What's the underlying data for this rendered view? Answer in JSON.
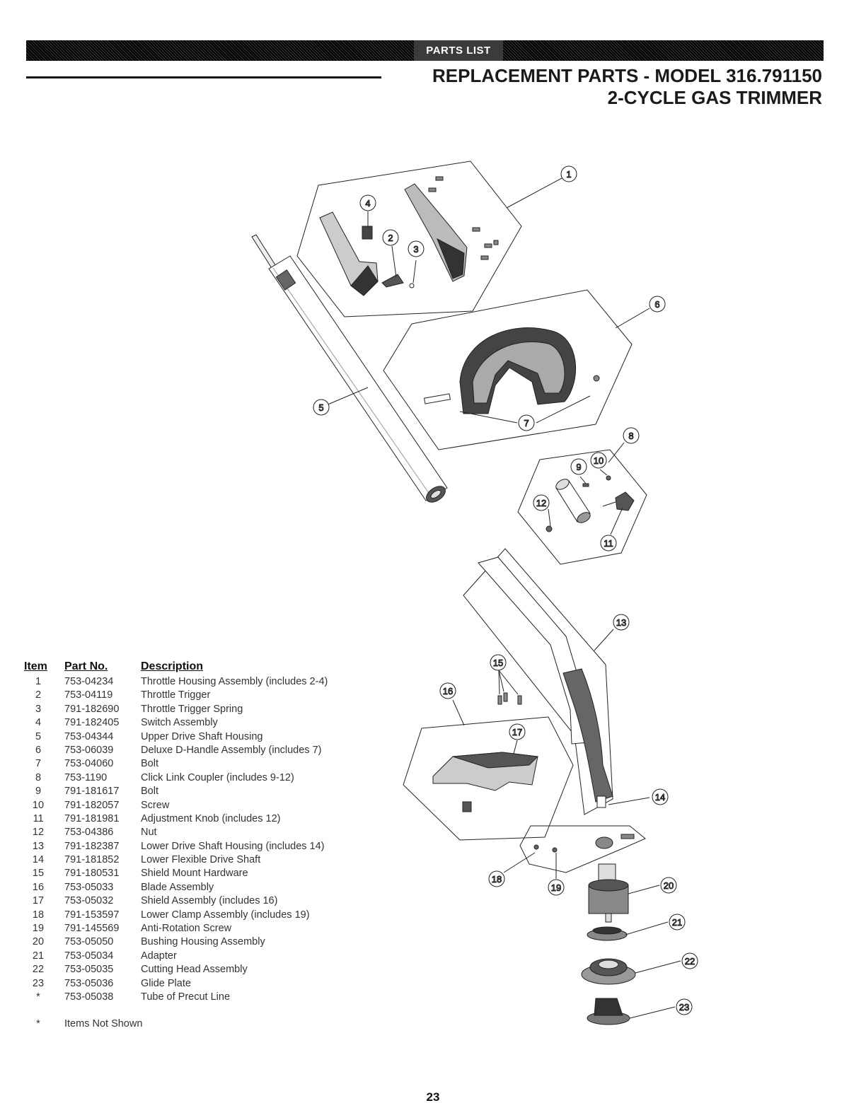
{
  "header": {
    "banner_label": "PARTS LIST",
    "title_line1": "REPLACEMENT PARTS - MODEL 316.791150",
    "title_line2": "2-CYCLE GAS TRIMMER"
  },
  "parts_table": {
    "headers": {
      "item": "Item",
      "part_no": "Part No.",
      "description": "Description"
    },
    "rows": [
      {
        "item": "1",
        "part_no": "753-04234",
        "description": "Throttle Housing Assembly (includes 2-4)"
      },
      {
        "item": "2",
        "part_no": "753-04119",
        "description": "Throttle Trigger"
      },
      {
        "item": "3",
        "part_no": "791-182690",
        "description": "Throttle Trigger Spring"
      },
      {
        "item": "4",
        "part_no": "791-182405",
        "description": "Switch Assembly"
      },
      {
        "item": "5",
        "part_no": "753-04344",
        "description": "Upper Drive Shaft Housing"
      },
      {
        "item": "6",
        "part_no": "753-06039",
        "description": "Deluxe D-Handle Assembly (includes 7)"
      },
      {
        "item": "7",
        "part_no": "753-04060",
        "description": "Bolt"
      },
      {
        "item": "8",
        "part_no": "753-1190",
        "description": "Click Link Coupler (includes 9-12)"
      },
      {
        "item": "9",
        "part_no": "791-181617",
        "description": "Bolt"
      },
      {
        "item": "10",
        "part_no": "791-182057",
        "description": "Screw"
      },
      {
        "item": "11",
        "part_no": "791-181981",
        "description": "Adjustment Knob (includes 12)"
      },
      {
        "item": "12",
        "part_no": "753-04386",
        "description": "Nut"
      },
      {
        "item": "13",
        "part_no": "791-182387",
        "description": "Lower Drive Shaft Housing (includes 14)"
      },
      {
        "item": "14",
        "part_no": "791-181852",
        "description": "Lower Flexible Drive Shaft"
      },
      {
        "item": "15",
        "part_no": "791-180531",
        "description": "Shield Mount Hardware"
      },
      {
        "item": "16",
        "part_no": "753-05033",
        "description": "Blade Assembly"
      },
      {
        "item": "17",
        "part_no": "753-05032",
        "description": "Shield Assembly (includes 16)"
      },
      {
        "item": "18",
        "part_no": "791-153597",
        "description": "Lower Clamp Assembly (includes 19)"
      },
      {
        "item": "19",
        "part_no": "791-145569",
        "description": "Anti-Rotation Screw"
      },
      {
        "item": "20",
        "part_no": "753-05050",
        "description": "Bushing Housing Assembly"
      },
      {
        "item": "21",
        "part_no": "753-05034",
        "description": "Adapter"
      },
      {
        "item": "22",
        "part_no": "753-05035",
        "description": "Cutting Head Assembly"
      },
      {
        "item": "23",
        "part_no": "753-05036",
        "description": "Glide Plate"
      },
      {
        "item": "*",
        "part_no": "753-05038",
        "description": "Tube of Precut Line"
      }
    ]
  },
  "footnote": {
    "marker": "*",
    "text": "Items Not Shown"
  },
  "diagram": {
    "callouts": [
      "1",
      "2",
      "3",
      "4",
      "5",
      "6",
      "7",
      "8",
      "9",
      "10",
      "11",
      "12",
      "13",
      "14",
      "15",
      "16",
      "17",
      "18",
      "19",
      "20",
      "21",
      "22",
      "23"
    ]
  },
  "page_number": "23"
}
